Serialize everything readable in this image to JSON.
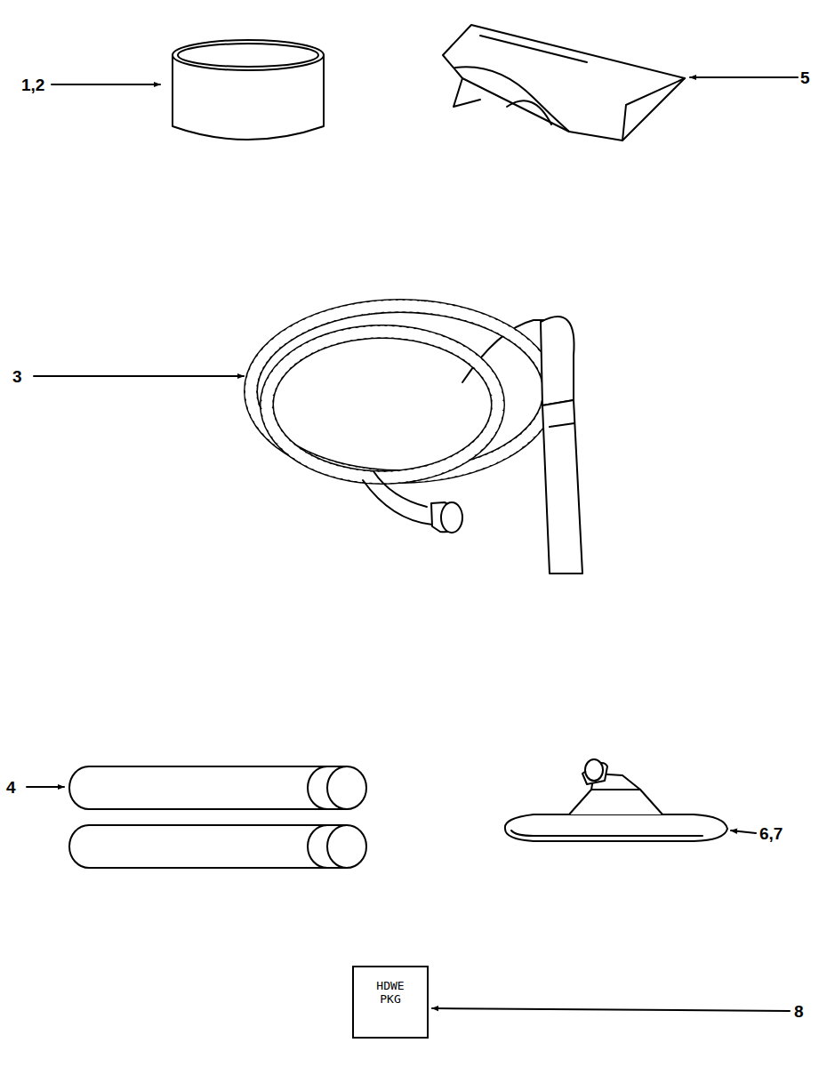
{
  "diagram": {
    "nodes": [
      {
        "text": [
          "HDWE PKG"
        ]
      }
    ],
    "labels": [
      "1,2",
      "5",
      "3",
      "4",
      "6,7",
      "8"
    ]
  }
}
